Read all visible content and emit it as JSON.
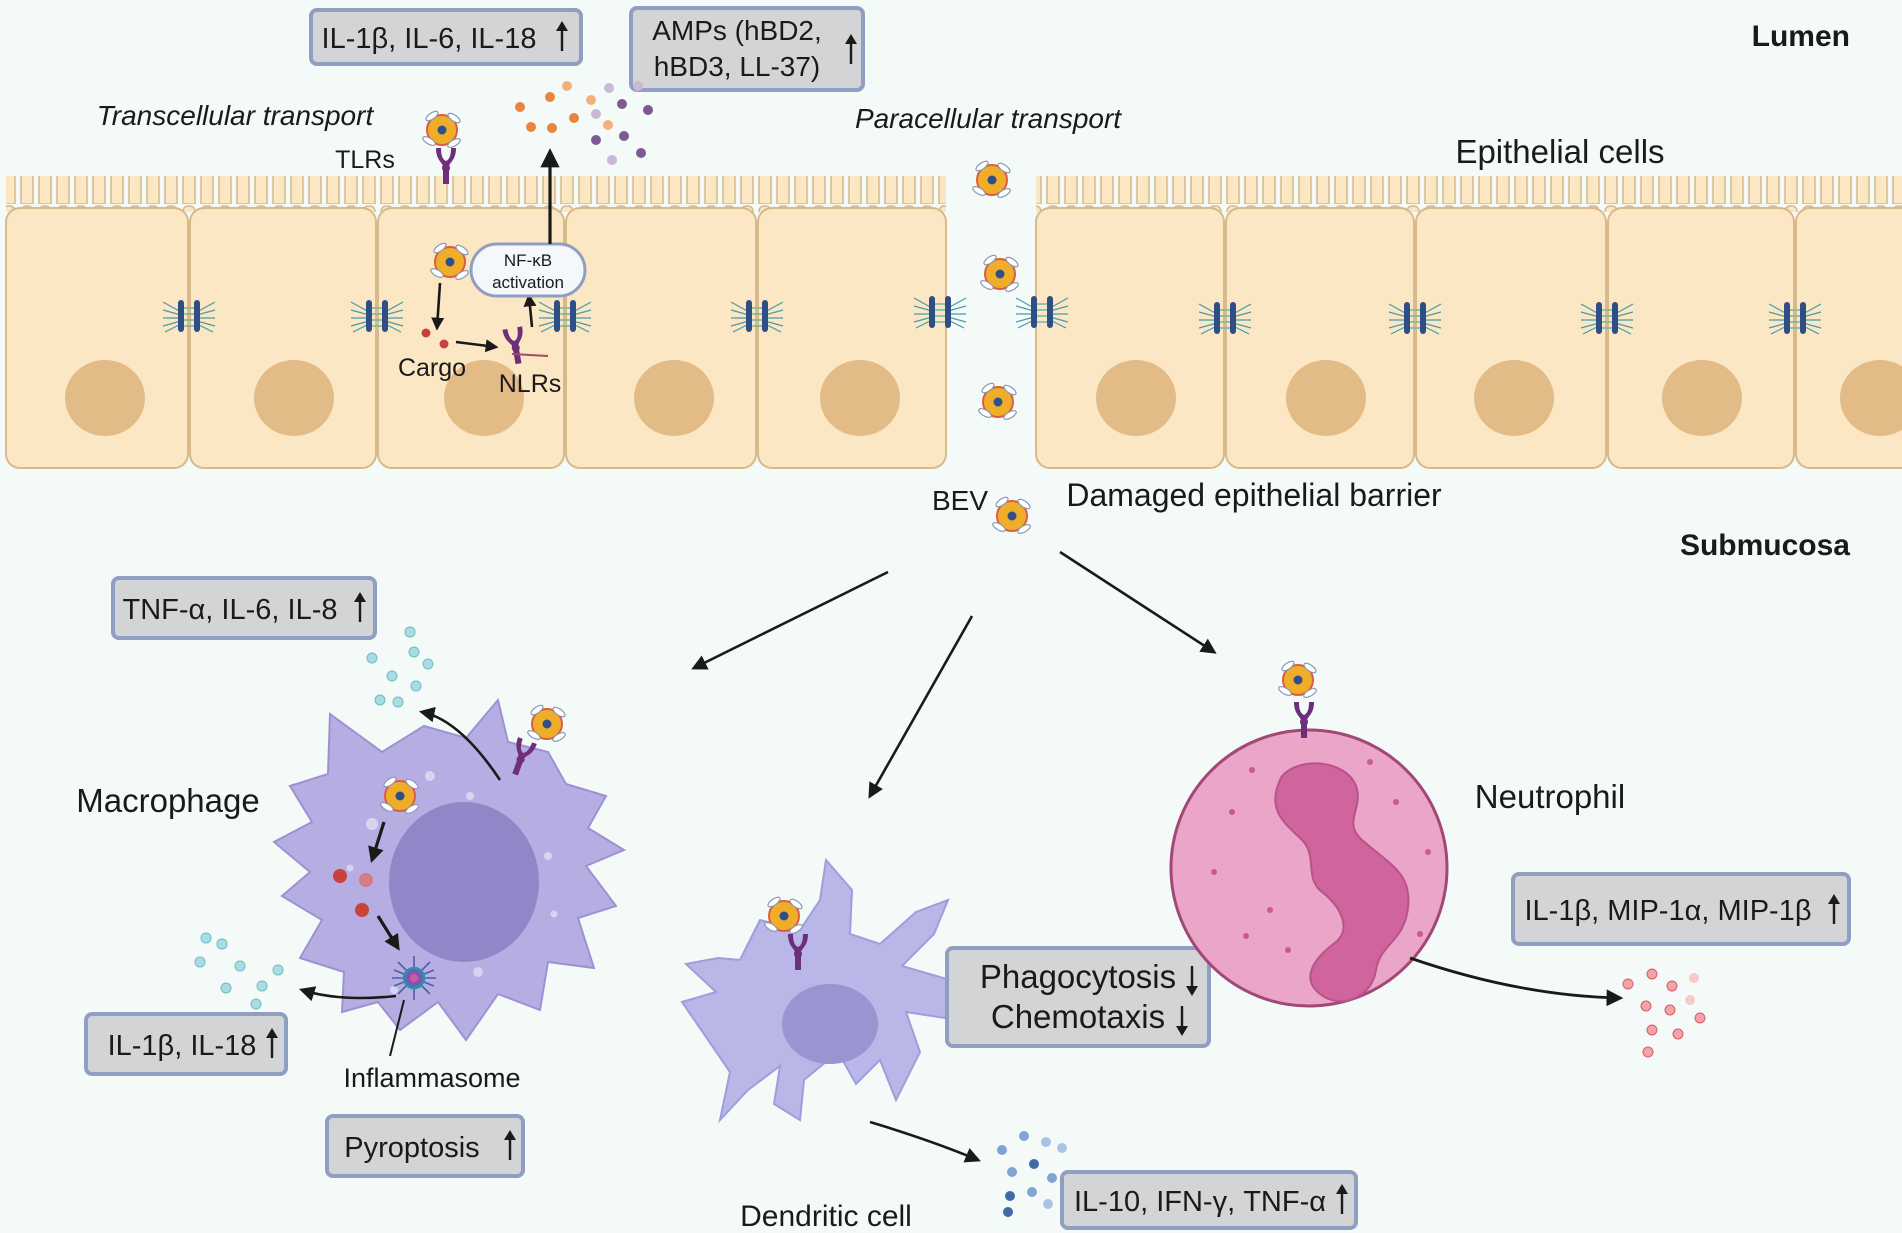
{
  "regions": {
    "lumen": "Lumen",
    "submucosa": "Submucosa",
    "epithelial_cells": "Epithelial cells",
    "damaged_barrier": "Damaged epithelial barrier"
  },
  "transport": {
    "transcellular": "Transcellular transport",
    "paracellular": "Paracellular transport"
  },
  "labels": {
    "tlrs": "TLRs",
    "cargo": "Cargo",
    "nlrs": "NLRs",
    "nfkb_line1": "NF-κB",
    "nfkb_line2": "activation",
    "bev": "BEV",
    "macrophage": "Macrophage",
    "inflammasome": "Inflammasome",
    "dendritic_cell": "Dendritic cell",
    "neutrophil": "Neutrophil"
  },
  "boxes": {
    "epi_cytokines": "IL-1β, IL-6, IL-18",
    "amps_line1": "AMPs (hBD2,",
    "amps_line2": "hBD3, LL-37)",
    "mac_tnf": "TNF-α, IL-6, IL-8",
    "mac_il1": "IL-1β, IL-18",
    "pyroptosis": "Pyroptosis",
    "phagocytosis": "Phagocytosis",
    "chemotaxis": "Chemotaxis",
    "dc_cytokines": "IL-10, IFN-γ, TNF-α",
    "neut_cytokines": "IL-1β, MIP-1α, MIP-1β"
  },
  "icons": {
    "bev": "bacterial-extracellular-vesicle-icon",
    "receptor": "receptor-icon",
    "tight_junction": "tight-junction-icon",
    "up_arrow": "up-arrow-icon",
    "down_arrow": "down-arrow-icon"
  },
  "colors": {
    "background": "#f3faf8",
    "epithelium": "#fbe7c3",
    "macrophage": "#b6aee2",
    "dendritic": "#b9b6e8",
    "neutrophil": "#eba5c9",
    "box_fill": "#d3d4d6",
    "box_stroke": "#8f9fc2",
    "vesicle": "#f0ad2a"
  }
}
